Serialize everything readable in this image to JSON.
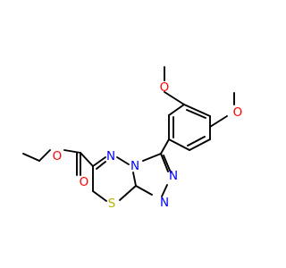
{
  "molecule": {
    "atoms": {
      "methoxy_o_top": "O",
      "methoxy_o_right": "O",
      "ring_n_triazine": "N",
      "ring_n_bridge": "N",
      "ring_n_triazole_upper": "N",
      "ring_n_triazole_lower": "N",
      "ring_s": "S",
      "ester_o_single": "O",
      "ester_o_carbonyl": "O"
    },
    "colors": {
      "carbon_bond": "#000000",
      "oxygen": "#ff0000",
      "nitrogen": "#0000ff",
      "sulfur": "#b2b200"
    }
  }
}
